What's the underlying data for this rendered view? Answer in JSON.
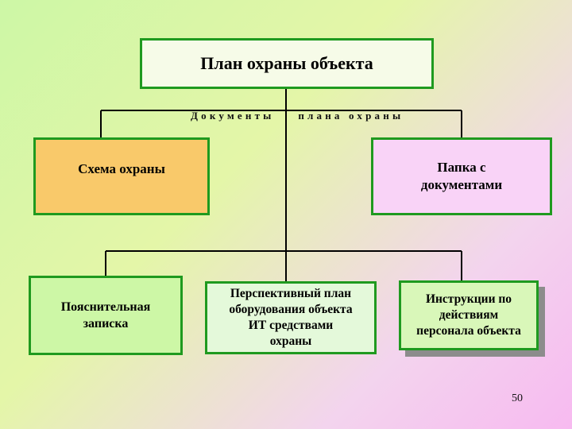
{
  "root": {
    "title": "План охраны объекта"
  },
  "connector_caption": "Документы    плана охраны",
  "level1": {
    "schema": "Схема охраны",
    "folder": [
      "Папка с",
      "документами"
    ]
  },
  "level2": {
    "note": [
      "Пояснительная",
      "записка"
    ],
    "plan": [
      "Перспективный план",
      "оборудования объекта",
      "ИТ средствами",
      "охраны"
    ],
    "instructions": [
      "Инструкции по",
      "действиям",
      "персонала объекта"
    ]
  },
  "page_number": "50",
  "colors": {
    "border": "#1f9a1f",
    "schema_fill": "#f9c96a",
    "folder_fill": "#f9d3f7",
    "note_fill": "#cdf7a6"
  }
}
